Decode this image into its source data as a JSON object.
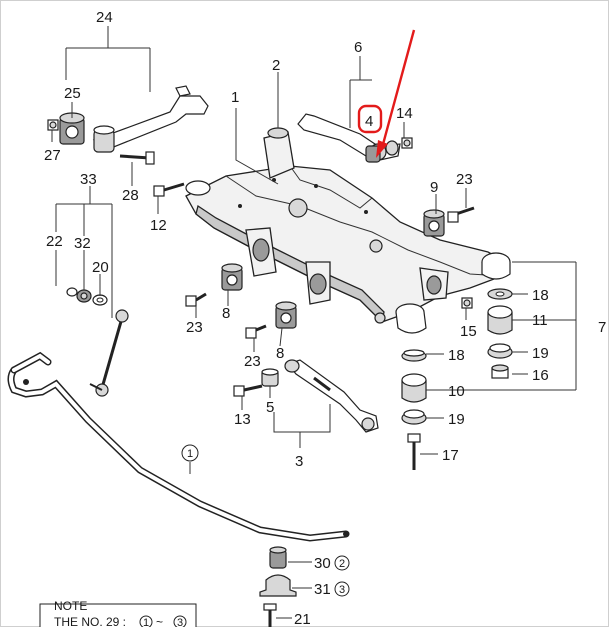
{
  "callouts": {
    "n1": "1",
    "n2": "2",
    "n3": "3",
    "n4": "4",
    "n5": "5",
    "n6": "6",
    "n7": "7",
    "n8a": "8",
    "n8b": "8",
    "n9": "9",
    "n10": "10",
    "n11": "11",
    "n12": "12",
    "n13": "13",
    "n14": "14",
    "n15": "15",
    "n16": "16",
    "n17": "17",
    "n18a": "18",
    "n18b": "18",
    "n19a": "19",
    "n19b": "19",
    "n20": "20",
    "n21": "21",
    "n22": "22",
    "n23a": "23",
    "n23b": "23",
    "n23c": "23",
    "n24": "24",
    "n25": "25",
    "n27": "27",
    "n28": "28",
    "n30": "30",
    "n31": "31",
    "n32": "32",
    "n33": "33",
    "c1": "1",
    "c2": "2",
    "c3a": "3",
    "c3b": "3"
  },
  "note": {
    "title": "NOTE",
    "line1_prefix": "THE NO. 29 : ",
    "line1_circ_a": "1",
    "line1_mid": " ~ ",
    "line1_circ_b": "3"
  },
  "colors": {
    "highlight": "#e31b1b",
    "ink": "#222222"
  }
}
